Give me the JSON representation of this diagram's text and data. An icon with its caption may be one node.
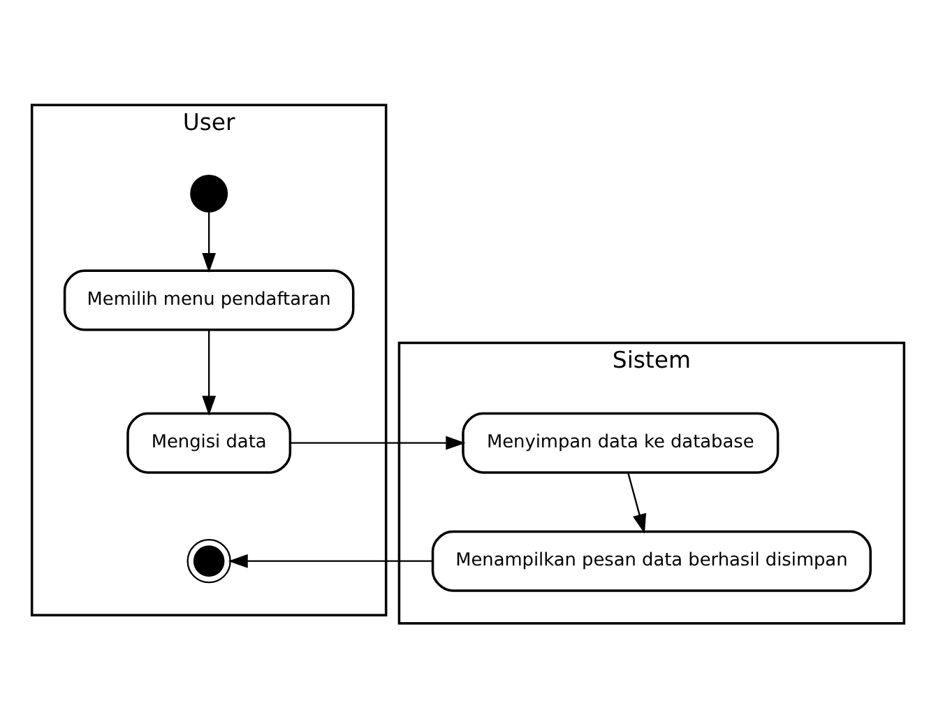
{
  "diagram": {
    "nodes": [
      {
        "text": [
          "User"
        ]
      },
      {
        "text": [
          "Sistem"
        ]
      },
      {
        "text": [],
        "shape": "circle",
        "in": 0
      },
      {
        "text": [
          "Memilih menu pendaftaran"
        ],
        "in": 0
      },
      {
        "text": [
          "Mengisi data"
        ],
        "in": 0
      },
      {
        "text": [
          "Menyimpan data ke database"
        ],
        "in": 1
      },
      {
        "text": [
          "Menampilkan pesan data berhasil disimpan"
        ],
        "in": 1
      },
      {
        "text": [],
        "shape": "bullseye",
        "in": 0
      }
    ],
    "edges": [
      {
        "from": 2,
        "to": 3,
        "arrow": "to"
      },
      {
        "from": 3,
        "to": 4,
        "arrow": "to"
      },
      {
        "from": 4,
        "to": 5,
        "arrow": "to"
      },
      {
        "from": 5,
        "to": 6,
        "arrow": "to"
      },
      {
        "from": 6,
        "to": 7,
        "arrow": "to"
      }
    ]
  }
}
